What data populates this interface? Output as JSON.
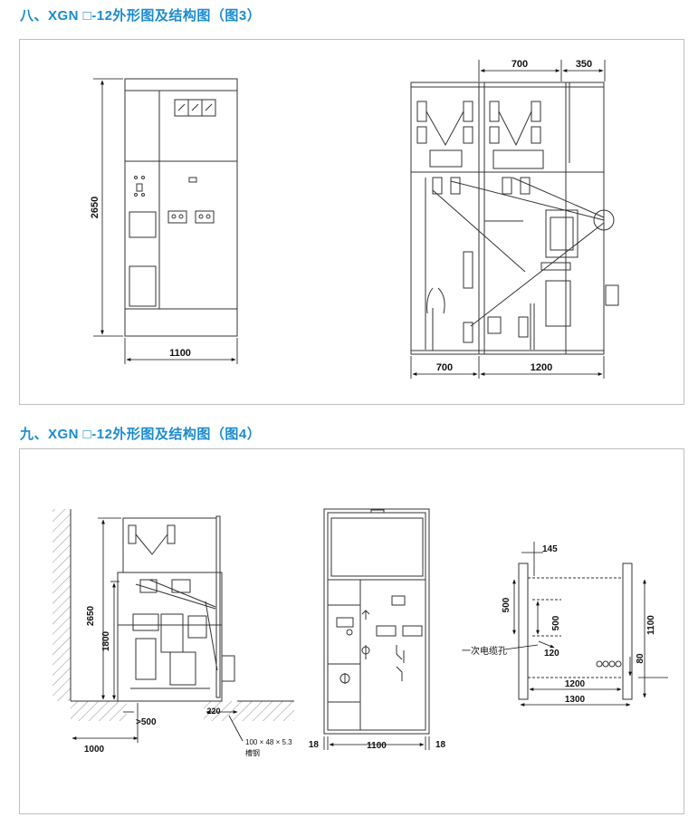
{
  "section1": {
    "title": "八、XGN □-12外形图及结构图（图3）",
    "front_view": {
      "height": "2650",
      "width": "1100"
    },
    "side_view": {
      "top_dims": [
        "700",
        "350"
      ],
      "bottom_dims": [
        "700",
        "1200"
      ]
    }
  },
  "section2": {
    "title": "九、XGN □-12外形图及结构图（图4）",
    "side_view": {
      "height_total": "2650",
      "height_lower": "1800",
      "floor_clearance": ">500",
      "depth": "1000",
      "offset": "220",
      "channel": "100 × 48 × 5.3",
      "channel_label": "槽钢"
    },
    "front_view": {
      "side_left": "18",
      "width": "1100",
      "side_right": "18"
    },
    "base_plan": {
      "top": "145",
      "left_depth": "500",
      "inner_depth": "500",
      "height": "1100",
      "cable_label": "一次电缆孔",
      "cable_offset": "120",
      "bottom_offset": "80",
      "inner_width": "1200",
      "outer_width": "1300"
    }
  }
}
